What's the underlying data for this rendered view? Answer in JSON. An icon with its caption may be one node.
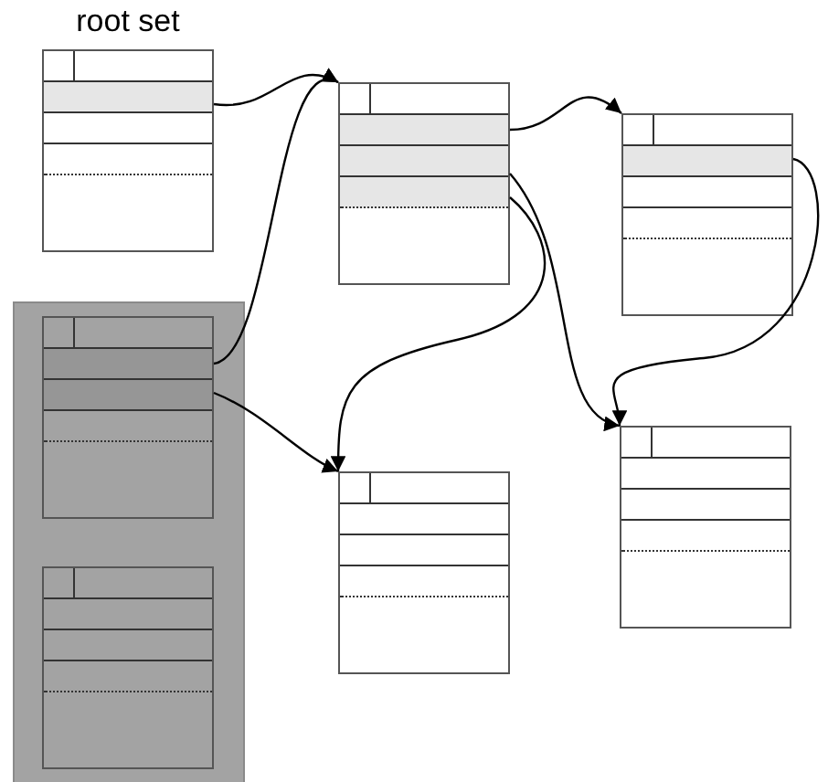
{
  "diagram": {
    "nodes": [
      {
        "text": [
          "root set"
        ]
      },
      {
        "text": [],
        "shape": "box"
      },
      {
        "text": [],
        "shape": "box"
      },
      {
        "text": [],
        "shape": "box"
      },
      {
        "text": [],
        "shape": "box",
        "in": 3
      },
      {
        "text": [],
        "shape": "box",
        "in": 3
      },
      {
        "text": [],
        "shape": "box"
      },
      {
        "text": [],
        "shape": "box"
      }
    ],
    "edges": [
      {
        "from": 0,
        "to": 1,
        "arrow": "to"
      },
      {
        "from": 4,
        "to": 1,
        "arrow": "to"
      },
      {
        "from": 1,
        "to": 2,
        "arrow": "to"
      },
      {
        "from": 1,
        "to": 7,
        "arrow": "to"
      },
      {
        "from": 1,
        "to": 6,
        "arrow": "to"
      },
      {
        "from": 2,
        "to": 7,
        "arrow": "to"
      },
      {
        "from": 4,
        "to": 6,
        "arrow": "to"
      }
    ]
  }
}
